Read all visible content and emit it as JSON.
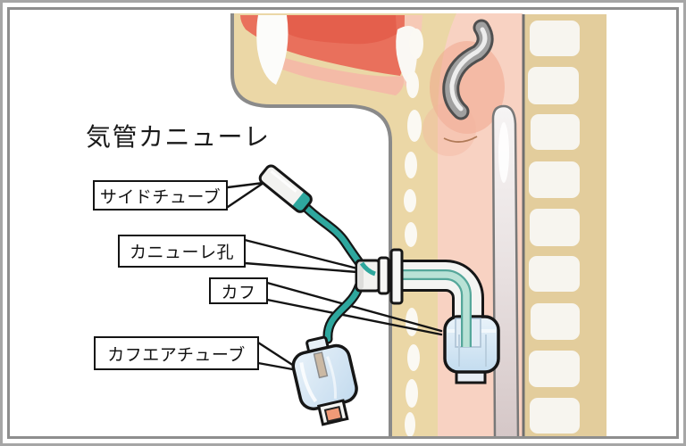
{
  "diagram": {
    "title": "気管カニューレ",
    "labels": [
      {
        "id": "side-tube",
        "text": "サイドチューブ"
      },
      {
        "id": "cannula-hole",
        "text": "カニューレ孔"
      },
      {
        "id": "cuff",
        "text": "カフ"
      },
      {
        "id": "cuff-air-tube",
        "text": "カフエアチューブ"
      }
    ],
    "colors": {
      "tube_teal": "#2ea79e",
      "tube_stripe_light": "#b9e2d6",
      "tube_stripe_edge": "#55a79a",
      "skin_tan": "#ebd7a6",
      "spine_tan": "#e3cd9c",
      "vertebra_white": "#f7f5ef",
      "mouth_red": "#e9705c",
      "mouth_red_dark": "#e35c49",
      "throat_pink": "#f8d2c2",
      "esophagus_gray": "#d5c7c7",
      "cuff_blue": "#cfe3f2",
      "balloon_blue": "#cfe2f1",
      "connector_orange": "#f09a77",
      "anatomy_outline": "#8a8a8a",
      "device_outline": "#161616"
    }
  }
}
